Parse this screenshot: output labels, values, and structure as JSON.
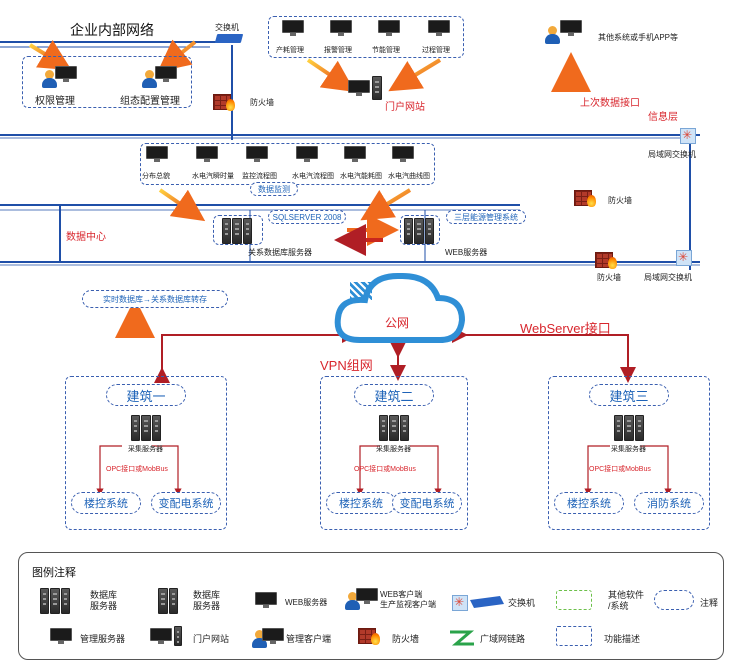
{
  "enterprise_title": "企业内部网络",
  "switch_label": "交换机",
  "firewall_label": "防火墙",
  "perm_mgmt": "权限管理",
  "config_mgmt": "组态配置管理",
  "top_terminals": [
    "产耗管理",
    "报警管理",
    "节能管理",
    "过程管理"
  ],
  "portal_label": "门户网站",
  "other_systems": "其他系统或手机APP等",
  "upload_label": "上次数据接口",
  "info_layer": "信息层",
  "lan_switch": "局域网交换机",
  "monitor_terminals": [
    "分布总貌",
    "水电汽瞬时量",
    "监控流程图",
    "水电汽流程图",
    "水电汽能耗图",
    "水电汽曲线图"
  ],
  "data_monitor": "数据监测",
  "data_center": "数据中心",
  "sqlserver": "SQLSERVER 2008",
  "energy_system": "三层能源管理系统",
  "db_server": "关系数据库服务器",
  "web_server": "WEB服务器",
  "firewall2": "防火墙",
  "firewall3": "防火墙",
  "lan_switch2": "局域网交换机",
  "transfer_label": "实时数据库→关系数据库转存",
  "public_net": "公网",
  "webserver_if": "WebServer接口",
  "vpn_label": "VPN组网",
  "buildings": [
    {
      "name": "建筑一",
      "server": "采集服务器",
      "proto": "OPC接口或MobBus",
      "sys_a": "楼控系统",
      "sys_b": "变配电系统"
    },
    {
      "name": "建筑二",
      "server": "采集服务器",
      "proto": "OPC接口或MobBus",
      "sys_a": "楼控系统",
      "sys_b": "变配电系统"
    },
    {
      "name": "建筑三",
      "server": "采集服务器",
      "proto": "OPC接口或MobBus",
      "sys_a": "楼控系统",
      "sys_b": "消防系统"
    }
  ],
  "legend": {
    "title": "图例注释",
    "db_server_1": "数据库\n服务器",
    "db_server_2": "数据库\n服务器",
    "web_server": "WEB服务器",
    "web_client": "WEB客户端\n生产监视客户端",
    "switch": "交换机",
    "other_soft": "其他软件\n/系统",
    "note": "注释",
    "mgmt_server": "管理服务器",
    "portal": "门户网站",
    "mgmt_client": "管理客户端",
    "firewall": "防火墙",
    "wan_link": "广域网链路",
    "func_desc": "功能描述"
  },
  "colors": {
    "blue_line": "#1f4fa8",
    "red": "#d8262d",
    "orange_arrow": "#f08a1d",
    "cloud": "#2f8fd6"
  }
}
